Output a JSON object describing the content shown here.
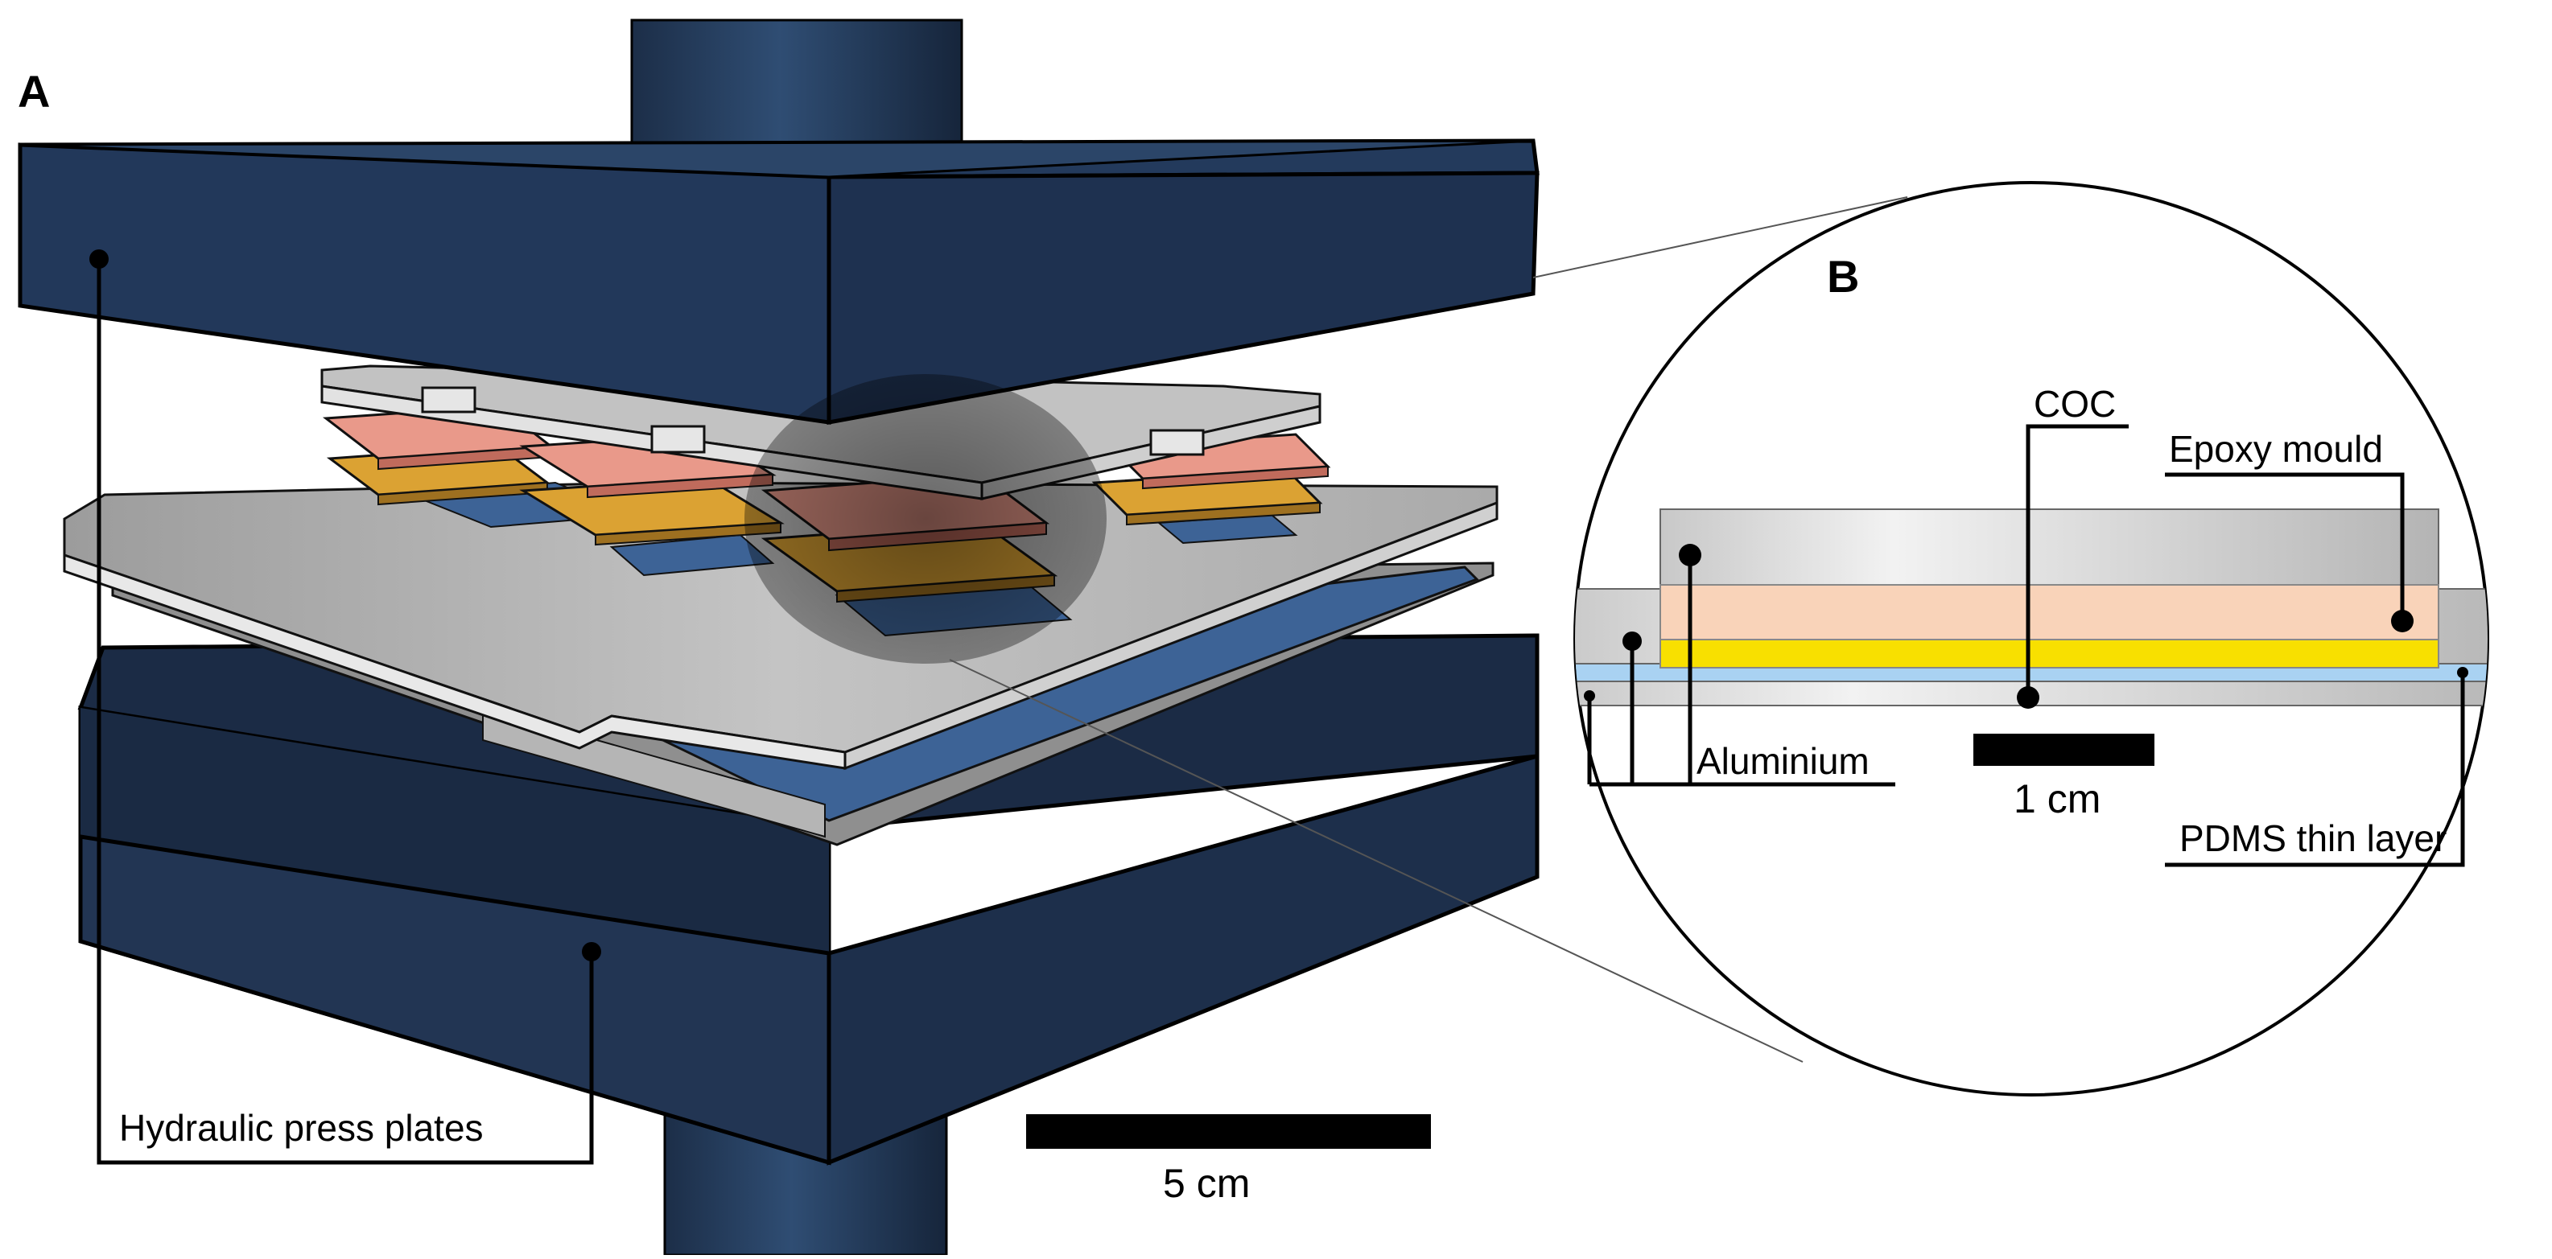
{
  "panels": {
    "a": "A",
    "b": "B"
  },
  "labels": {
    "hydraulic_press_plates": "Hydraulic press plates",
    "coc": "COC",
    "epoxy_mould": "Epoxy mould",
    "aluminium": "Aluminium",
    "pdms_thin_layer": "PDMS thin layer"
  },
  "scale_bars": {
    "main": "5 cm",
    "inset": "1 cm"
  },
  "colors": {
    "press_plate": "#213553",
    "aluminium": "#b5b5b5",
    "copper": "#e9998a",
    "gold": "#dba233",
    "blue_layer": "#3d6396",
    "pdms": "#a9d2f2",
    "epoxy": "#f9d3b9",
    "coc": "#f8e000"
  }
}
